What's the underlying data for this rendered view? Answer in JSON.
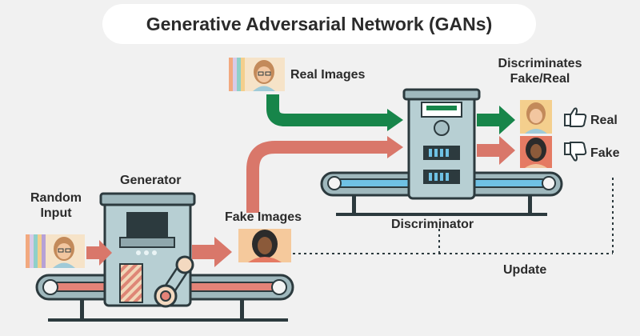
{
  "title": "Generative Adversarial Network (GANs)",
  "labels": {
    "random_input_1": "Random",
    "random_input_2": "Input",
    "generator": "Generator",
    "fake_images": "Fake Images",
    "real_images": "Real Images",
    "discriminator": "Discriminator",
    "discriminates_1": "Discriminates",
    "discriminates_2": "Fake/Real",
    "real": "Real",
    "fake": "Fake",
    "update": "Update"
  },
  "colors": {
    "green_arrow": "#17854a",
    "red_arrow": "#d9776a",
    "machine": "#b7cfd3",
    "machine_dark": "#2c3a3e",
    "belt_blue": "#6fc1e4",
    "belt_red": "#e48378",
    "background": "#f1f1f1"
  },
  "icons": {
    "thumb_up": "thumb-up-icon",
    "thumb_down": "thumb-down-icon"
  }
}
